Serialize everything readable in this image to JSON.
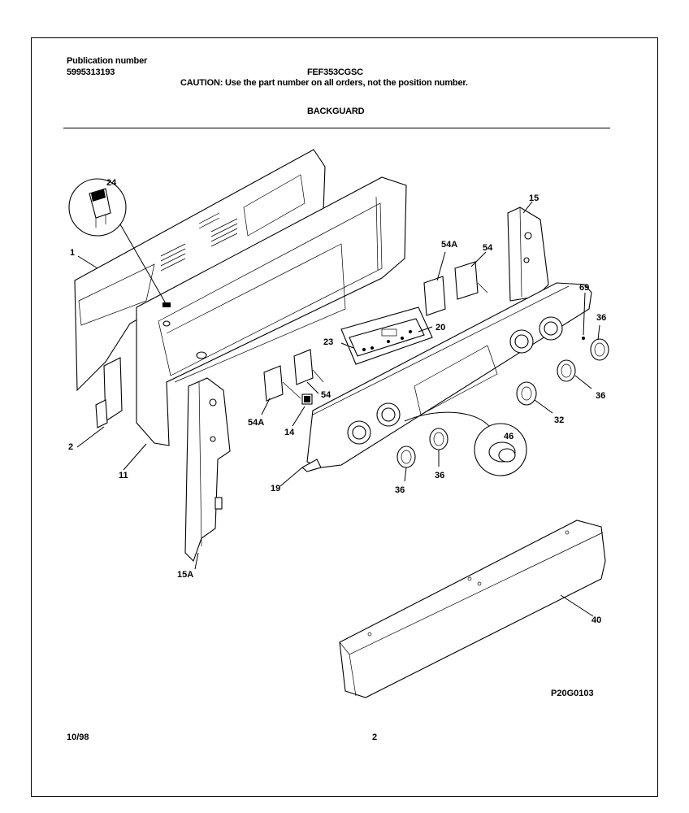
{
  "header": {
    "pub_label": "Publication number",
    "pub_number": "5995313193",
    "model": "FEF353CGSC",
    "caution": "CAUTION:  Use the part number on all orders, not the position number.",
    "section": "BACKGUARD"
  },
  "footer": {
    "date": "10/98",
    "page": "2",
    "diagram_code": "P20G0103"
  },
  "callouts": {
    "c1": "1",
    "c2": "2",
    "c11": "11",
    "c14": "14",
    "c15": "15",
    "c15a": "15A",
    "c19": "19",
    "c20": "20",
    "c23": "23",
    "c24": "24",
    "c32": "32",
    "c36a": "36",
    "c36b": "36",
    "c36c": "36",
    "c36d": "36",
    "c40": "40",
    "c46": "46",
    "c54a": "54",
    "c54b": "54",
    "c54Aa": "54A",
    "c54Ab": "54A",
    "c69": "69"
  }
}
